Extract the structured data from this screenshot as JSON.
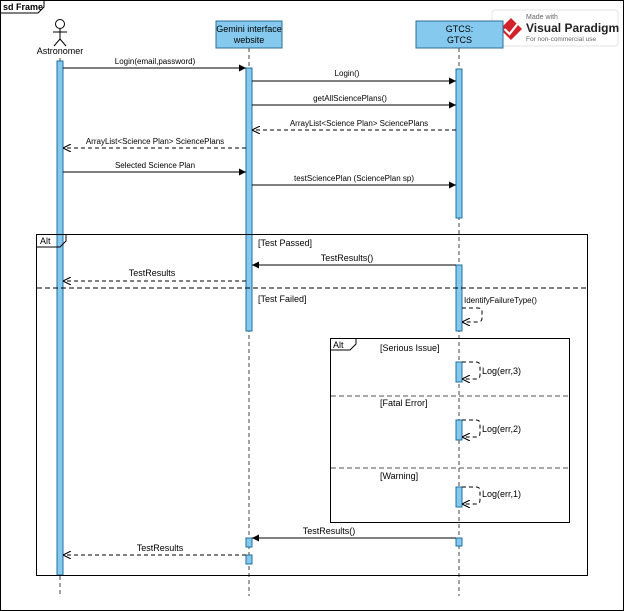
{
  "frame": {
    "label": "sd Frame"
  },
  "watermark": {
    "made_with": "Made with",
    "brand": "Visual Paradigm",
    "note": "For non-commercial use"
  },
  "participants": {
    "actor": "Astronomer",
    "gemini_line1": "Gemini interface",
    "gemini_line2": "website",
    "gtcs_line1": "GTCS:",
    "gtcs_line2": "GTCS"
  },
  "messages": {
    "login_email": "Login(email,password)",
    "login": "Login()",
    "get_all": "getAllSciencePlans()",
    "arraylist_return_1": "ArrayList<Science Plan> SciencePlans",
    "arraylist_return_2": "ArrayList<Science Plan> SciencePlans",
    "selected_plan": "Selected Science Plan",
    "test_plan": "testSciencePlan (SciencePlan sp)",
    "test_results_1": "TestResults()",
    "test_results_return_1": "TestResults",
    "identify_failure": "IdentifyFailureType()",
    "log_3": "Log(err,3)",
    "log_2": "Log(err,2)",
    "log_1": "Log(err,1)",
    "test_results_2": "TestResults()",
    "test_results_return_2": "TestResults"
  },
  "fragments": {
    "outer_alt": "Alt",
    "guard_passed": "[Test Passed]",
    "guard_failed": "[Test Failed]",
    "inner_alt": "Alt",
    "guard_serious": "[Serious Issue]",
    "guard_fatal": "[Fatal Error]",
    "guard_warning": "[Warning]"
  },
  "colors": {
    "activation_fill": "#86c9ee",
    "activation_stroke": "#1f6fa0",
    "watermark_red": "#d2232a"
  }
}
